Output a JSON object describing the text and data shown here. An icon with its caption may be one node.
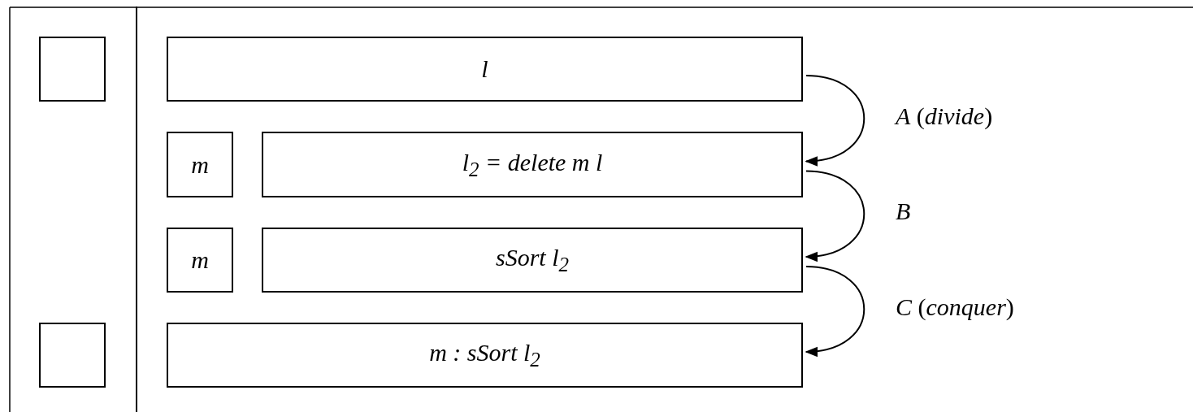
{
  "diagram": {
    "nodes": [
      {
        "text": [],
        "shape": "box"
      },
      {
        "text": [
          "l"
        ]
      },
      {
        "text": [
          "m"
        ]
      },
      {
        "text": [
          "l$_{2}$ = delete m l"
        ]
      },
      {
        "text": [
          "m"
        ]
      },
      {
        "text": [
          "sSort l$_{2}$"
        ]
      },
      {
        "text": [],
        "shape": "box"
      },
      {
        "text": [
          "m : sSort l$_{2}$"
        ]
      }
    ],
    "edges": [
      {
        "from": 1,
        "to": 3,
        "arrow": "to",
        "label": "*A* (*divide*)"
      },
      {
        "from": 3,
        "to": 5,
        "arrow": "to",
        "label": "*B*"
      },
      {
        "from": 5,
        "to": 7,
        "arrow": "to",
        "label": "*C* (*conquer*)"
      }
    ]
  }
}
